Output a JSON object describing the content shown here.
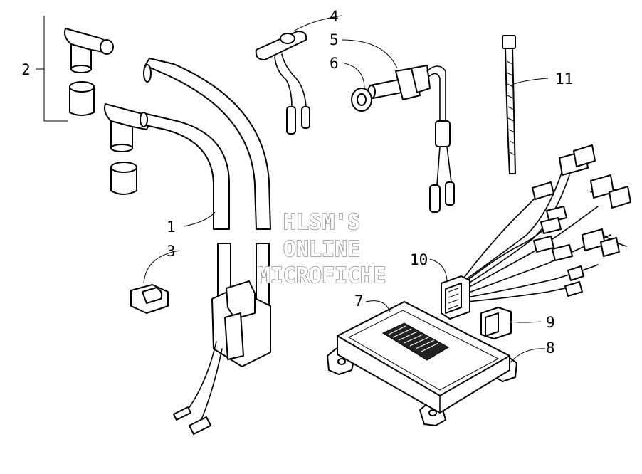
{
  "callouts": {
    "c1": "1",
    "c2": "2",
    "c3": "3",
    "c4": "4",
    "c5": "5",
    "c6": "6",
    "c7": "7",
    "c8": "8",
    "c9": "9",
    "c10": "10",
    "c11": "11"
  },
  "watermark": {
    "line1": "HLSM'S",
    "line2": "ONLINE",
    "line3": "MICROFICHE"
  }
}
